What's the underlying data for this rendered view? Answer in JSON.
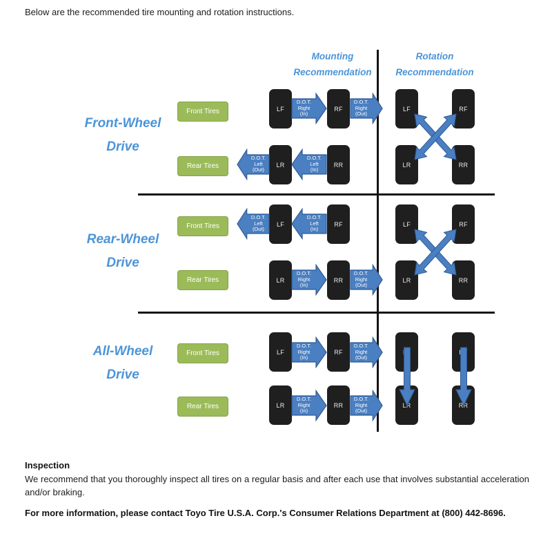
{
  "page": {
    "intro": "Below are the recommended tire mounting and rotation instructions.",
    "inspection_heading": "Inspection",
    "inspection_body": "We recommend that you thoroughly inspect all tires on a regular basis and after each use that involves substantial acceleration and/or braking.",
    "contact": "For more information, please contact Toyo Tire U.S.A. Corp.'s Consumer Relations Department at (800) 442-8696."
  },
  "headers": {
    "mounting": "Mounting\nRecommendation",
    "rotation": "Rotation\nRecommendation"
  },
  "colors": {
    "heading_blue": "#4b94d8",
    "arrow_blue": "#4a7fc1",
    "arrow_border": "#2f5a96",
    "green_box": "#9bbb59",
    "tire_black": "#1f1f1f"
  },
  "rows": [
    {
      "drive": "Front-Wheel\nDrive",
      "front_label": "Front Tires",
      "rear_label": "Rear Tires",
      "mounting": {
        "front": {
          "left_tire": "LF",
          "right_tire": "RF",
          "arrows": [
            {
              "dir": "right",
              "slot": "between",
              "text": "D.O.T.\nRight\n(In)"
            },
            {
              "dir": "right",
              "slot": "outer-right",
              "text": "D.O.T.\nRight\n(Out)"
            }
          ]
        },
        "rear": {
          "left_tire": "LR",
          "right_tire": "RR",
          "arrows": [
            {
              "dir": "left",
              "slot": "outer-left",
              "text": "D.O.T.\nLeft\n(Out)"
            },
            {
              "dir": "left",
              "slot": "between",
              "text": "D.O.T.\nLeft\n(In)"
            }
          ]
        }
      },
      "rotation": {
        "pattern": "cross",
        "tires": {
          "lf": "LF",
          "rf": "RF",
          "lr": "LR",
          "rr": "RR"
        }
      }
    },
    {
      "drive": "Rear-Wheel\nDrive",
      "front_label": "Front Tires",
      "rear_label": "Rear Tires",
      "mounting": {
        "front": {
          "left_tire": "LF",
          "right_tire": "RF",
          "arrows": [
            {
              "dir": "left",
              "slot": "outer-left",
              "text": "D.O.T.\nLeft\n(Out)"
            },
            {
              "dir": "left",
              "slot": "between",
              "text": "D.O.T.\nLeft\n(In)"
            }
          ]
        },
        "rear": {
          "left_tire": "LR",
          "right_tire": "RR",
          "arrows": [
            {
              "dir": "right",
              "slot": "between",
              "text": "D.O.T.\nRight\n(In)"
            },
            {
              "dir": "right",
              "slot": "outer-right",
              "text": "D.O.T.\nRight\n(Out)"
            }
          ]
        }
      },
      "rotation": {
        "pattern": "cross",
        "tires": {
          "lf": "LF",
          "rf": "RF",
          "lr": "LR",
          "rr": "RR"
        }
      }
    },
    {
      "drive": "All-Wheel\nDrive",
      "front_label": "Front Tires",
      "rear_label": "Rear Tires",
      "mounting": {
        "front": {
          "left_tire": "LF",
          "right_tire": "RF",
          "arrows": [
            {
              "dir": "right",
              "slot": "between",
              "text": "D.O.T.\nRight\n(In)"
            },
            {
              "dir": "right",
              "slot": "outer-right",
              "text": "D.O.T.\nRight\n(Out)"
            }
          ]
        },
        "rear": {
          "left_tire": "LR",
          "right_tire": "RR",
          "arrows": [
            {
              "dir": "right",
              "slot": "between",
              "text": "D.O.T.\nRight\n(In)"
            },
            {
              "dir": "right",
              "slot": "outer-right",
              "text": "D.O.T.\nRight\n(Out)"
            }
          ]
        }
      },
      "rotation": {
        "pattern": "front-to-back",
        "tires": {
          "lf": "LF",
          "rf": "RF",
          "lr": "LR",
          "rr": "RR"
        }
      }
    }
  ]
}
